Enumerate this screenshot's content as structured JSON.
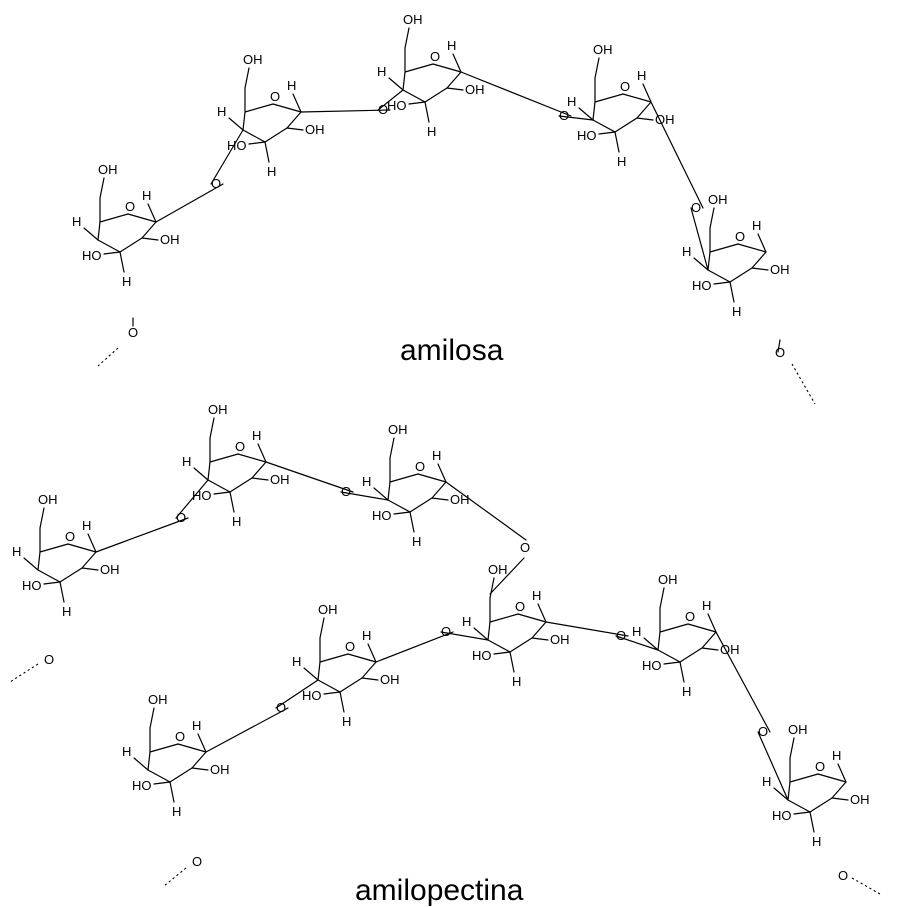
{
  "labels": {
    "amylose": "amilosa",
    "amylopectin": "amilopectina"
  },
  "atoms": {
    "hydroxyl": "OH",
    "hydroxyl_left": "HO",
    "oxygen": "O",
    "hydrogen": "H"
  },
  "colors": {
    "ink": "#000000",
    "background": "#ffffff"
  }
}
